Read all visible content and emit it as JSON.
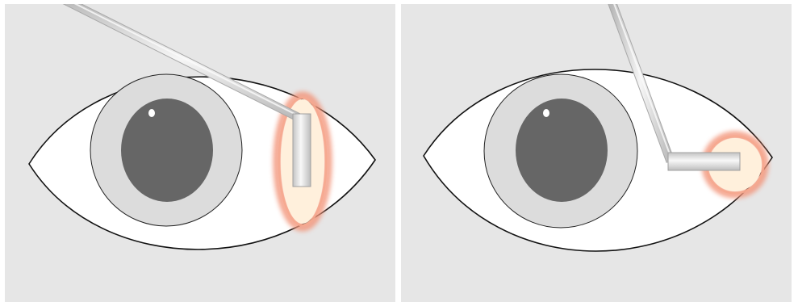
{
  "figure": {
    "panels": [
      {
        "id": "left",
        "description_label": "",
        "probe_orientation": "vertical",
        "treatment_zone_shape": "elongated-ellipse"
      },
      {
        "id": "right",
        "description_label": "",
        "probe_orientation": "horizontal",
        "treatment_zone_shape": "circle"
      }
    ]
  },
  "colors": {
    "panel_background": "#e6e6e6",
    "sclera": "#ffffff",
    "outline": "#111111",
    "iris": "#dcdcdc",
    "pupil": "#666666",
    "pupil_highlight": "#ffffff",
    "probe_light": "#f6f6f6",
    "probe_shadow": "#b8b8b8",
    "treatment_glow": "#f3957a",
    "treatment_fill": "#fff0dc"
  }
}
